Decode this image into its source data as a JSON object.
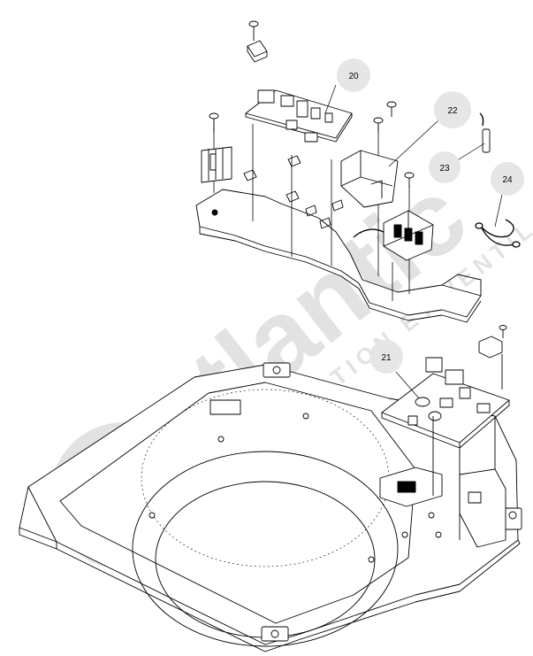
{
  "callouts": [
    {
      "id": "20",
      "label": "20"
    },
    {
      "id": "21",
      "label": "21"
    },
    {
      "id": "22",
      "label": "22"
    },
    {
      "id": "23",
      "label": "23"
    },
    {
      "id": "24",
      "label": "24"
    }
  ],
  "watermark": {
    "brand": "atlantic",
    "tagline": "CLIMATISATION ET VENTILATION"
  },
  "colors": {
    "line": "#000000",
    "callout_fill": "#e6e6e6",
    "watermark": "#d8d8d8"
  }
}
